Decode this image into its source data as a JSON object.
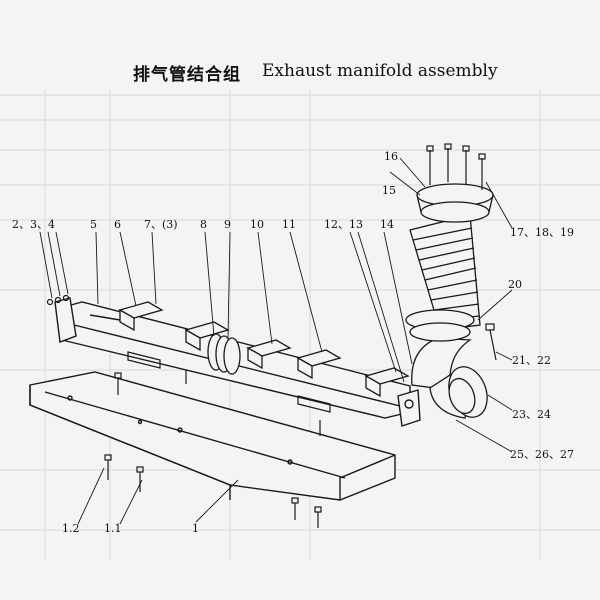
{
  "title": {
    "chinese": "排气管结合组",
    "english": "Exhaust manifold assembly"
  },
  "callouts": [
    {
      "id": "c-2-3-4",
      "label": "2、3、4"
    },
    {
      "id": "c-5",
      "label": "5"
    },
    {
      "id": "c-6",
      "label": "6"
    },
    {
      "id": "c-7",
      "label": "7、(3)"
    },
    {
      "id": "c-8",
      "label": "8"
    },
    {
      "id": "c-9",
      "label": "9"
    },
    {
      "id": "c-10",
      "label": "10"
    },
    {
      "id": "c-11",
      "label": "11"
    },
    {
      "id": "c-12-13",
      "label": "12、13"
    },
    {
      "id": "c-14",
      "label": "14"
    },
    {
      "id": "c-15",
      "label": "15"
    },
    {
      "id": "c-16",
      "label": "16"
    },
    {
      "id": "c-17-18-19",
      "label": "17、18、19"
    },
    {
      "id": "c-20",
      "label": "20"
    },
    {
      "id": "c-21-22",
      "label": "21、22"
    },
    {
      "id": "c-23-24",
      "label": "23、24"
    },
    {
      "id": "c-25-26-27",
      "label": "25、26、27"
    },
    {
      "id": "c-1-2",
      "label": "1.2"
    },
    {
      "id": "c-1-1",
      "label": "1.1"
    },
    {
      "id": "c-1",
      "label": "1"
    }
  ],
  "colors": {
    "line": "#1a1a1a",
    "paper": "#f4f4f2",
    "grid": "#d9d9d6"
  }
}
